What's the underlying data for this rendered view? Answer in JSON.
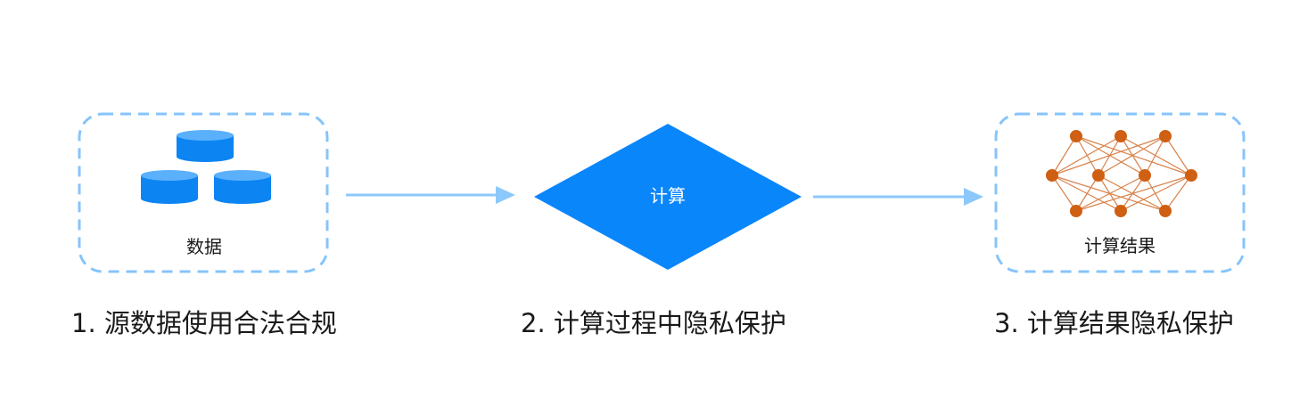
{
  "nodes": {
    "data": {
      "label": "数据"
    },
    "compute": {
      "label": "计算"
    },
    "result": {
      "label": "计算结果"
    }
  },
  "steps": [
    {
      "label": "1. 源数据使用合法合规"
    },
    {
      "label": "2. 计算过程中隐私保护"
    },
    {
      "label": "3. 计算结果隐私保护"
    }
  ],
  "icons": {
    "data": "database-stack-icon",
    "result": "neural-network-icon"
  },
  "colors": {
    "dashed_border": "#86c4fb",
    "database_blue": "#0c85f2",
    "database_top": "#5bb0fb",
    "diamond": "#0a86fb",
    "arrow": "#8cc8fb",
    "network_node": "#cf5f12",
    "network_line": "#d8824a",
    "text": "#1a1a1a",
    "diamond_text": "#ffffff"
  }
}
